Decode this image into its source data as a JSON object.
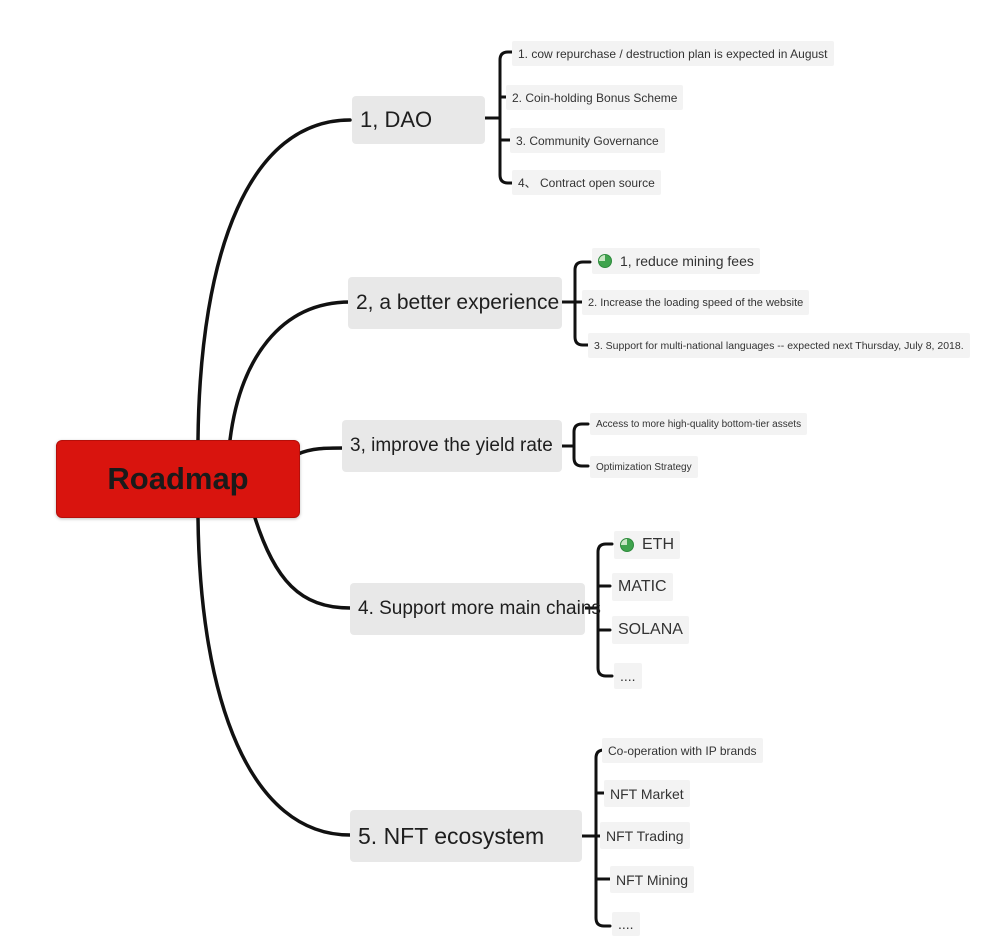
{
  "root": {
    "label": "Roadmap"
  },
  "branches": [
    {
      "label": "1, DAO",
      "items": [
        {
          "label": "1. cow repurchase / destruction plan is expected in August"
        },
        {
          "label": "2. Coin-holding Bonus Scheme"
        },
        {
          "label": "3. Community Governance"
        },
        {
          "label": "4、 Contract open source"
        }
      ]
    },
    {
      "label": "2, a better experience",
      "items": [
        {
          "label": "1, reduce mining fees",
          "icon": "progress-pie-icon"
        },
        {
          "label": "2. Increase the loading speed of the website"
        },
        {
          "label": "3. Support for multi-national languages -- expected next Thursday, July 8, 2018."
        }
      ]
    },
    {
      "label": "3, improve the yield rate",
      "items": [
        {
          "label": "Access to more high-quality bottom-tier assets"
        },
        {
          "label": "Optimization Strategy"
        }
      ]
    },
    {
      "label": "4. Support more main chains",
      "items": [
        {
          "label": "ETH",
          "icon": "progress-pie-icon"
        },
        {
          "label": "MATIC"
        },
        {
          "label": "SOLANA"
        },
        {
          "label": "...."
        }
      ]
    },
    {
      "label": "5. NFT ecosystem",
      "items": [
        {
          "label": "Co-operation with IP brands"
        },
        {
          "label": "NFT Market"
        },
        {
          "label": "NFT Trading"
        },
        {
          "label": "NFT Mining"
        },
        {
          "label": "...."
        }
      ]
    }
  ]
}
